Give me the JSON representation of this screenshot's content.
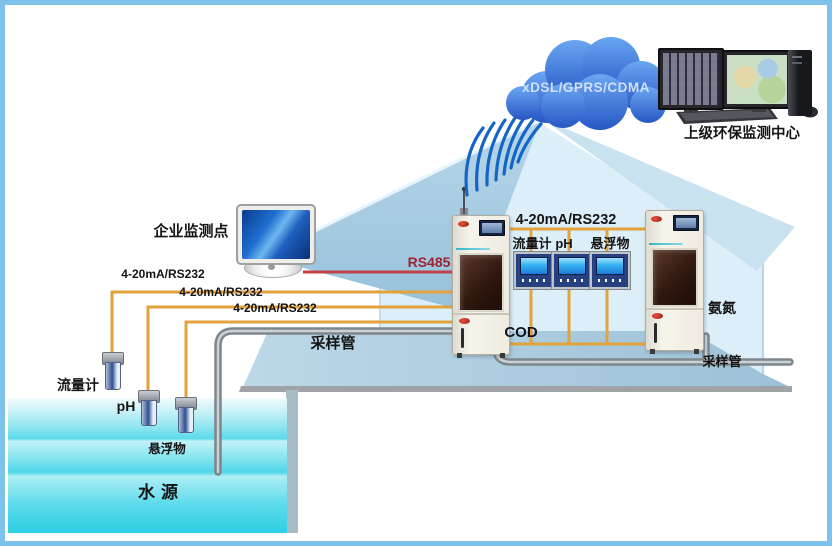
{
  "colors": {
    "frame_border": "#7EC2EC",
    "cloud_blue": "#3567CE",
    "roof_left": "#A6CCE1",
    "roof_right": "#C9E2F0",
    "wall": "#DCEEF8",
    "floor": "#AFCDE0",
    "water_cyan": "#4ED8EA",
    "signal_wire_orange": "#E2A23C",
    "rs485_wire_red": "#C04348",
    "pipe_grey": "#7E868B",
    "wifi_arc_blue": "#1565C8",
    "cabinet_ivory": "#F3F0E8",
    "cabinet_window_brown": "#30180F",
    "controller_navy": "#27407F",
    "controller_screen_blue": "#35B1F2"
  },
  "cloud": {
    "label": "xDSL/GPRS/CDMA"
  },
  "monitoring_center": {
    "label": "上级环保监测中心"
  },
  "enterprise_station": {
    "label": "企业监测点"
  },
  "links": {
    "rs485_label": "RS485",
    "bus_label": "4-20mA/RS232",
    "flow_wire_label": "4-20mA/RS232",
    "ph_wire_label": "4-20mA/RS232",
    "ss_wire_label": "4-20mA/RS232"
  },
  "controllers": [
    {
      "label": "流量计"
    },
    {
      "label": "pH"
    },
    {
      "label": "悬浮物"
    }
  ],
  "analyzers": {
    "cod": {
      "label": "COD"
    },
    "ammonia": {
      "label": "氨氮"
    }
  },
  "pipes": {
    "left_label": "采样管",
    "right_label": "采样管"
  },
  "sensors": {
    "flow": {
      "label": "流量计"
    },
    "ph": {
      "label": "pH"
    },
    "suspended_solids": {
      "label": "悬浮物"
    }
  },
  "water": {
    "label": "水源"
  }
}
